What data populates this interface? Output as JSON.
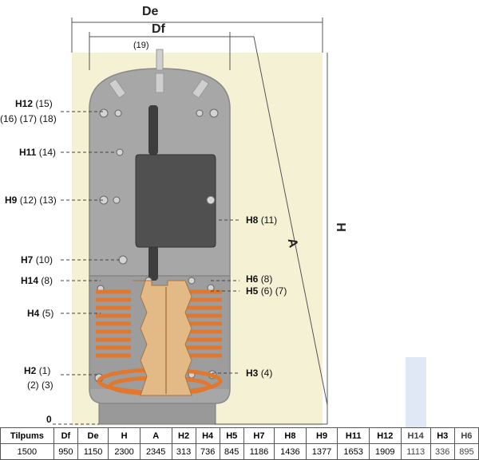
{
  "dims": {
    "de": "De",
    "df": "Df",
    "a": "A",
    "h": "H",
    "top_port": "(19)",
    "zero": "0"
  },
  "labels": [
    {
      "name": "h12",
      "code": "H12",
      "sub": "(15)"
    },
    {
      "name": "h12-sub",
      "code": "",
      "sub": "(16) (17) (18)"
    },
    {
      "name": "h11",
      "code": "H11",
      "sub": "(14)"
    },
    {
      "name": "h9",
      "code": "H9",
      "sub": "(12) (13)"
    },
    {
      "name": "h8",
      "code": "H8",
      "sub": "(11)"
    },
    {
      "name": "h7",
      "code": "H7",
      "sub": "(10)"
    },
    {
      "name": "h14",
      "code": "H14",
      "sub": "(8)"
    },
    {
      "name": "h6",
      "code": "H6",
      "sub": "(8)"
    },
    {
      "name": "h5",
      "code": "H5",
      "sub": "(6) (7)"
    },
    {
      "name": "h4",
      "code": "H4",
      "sub": "(5)"
    },
    {
      "name": "h2",
      "code": "H2",
      "sub": "(1)"
    },
    {
      "name": "h2-sub",
      "code": "",
      "sub": "(2) (3)"
    },
    {
      "name": "h3",
      "code": "H3",
      "sub": "(4)"
    }
  ],
  "table": {
    "headers": [
      "Tilpums",
      "Df",
      "De",
      "H",
      "A",
      "H2",
      "H4",
      "H5",
      "H7",
      "H8",
      "H9",
      "H11",
      "H12",
      "H14",
      "H3",
      "H6"
    ],
    "values": [
      "1500",
      "950",
      "1150",
      "2300",
      "2345",
      "313",
      "736",
      "845",
      "1186",
      "1436",
      "1377",
      "1653",
      "1909",
      "1113",
      "336",
      "895"
    ]
  },
  "colors": {
    "panel": "#f5f1d4",
    "tank": "#a7a7a7",
    "tank_dark": "#8c8c8c",
    "insert": "#505050",
    "coil": "#e2782e",
    "core": "#e3b986",
    "pipe": "#d9d9d9"
  }
}
